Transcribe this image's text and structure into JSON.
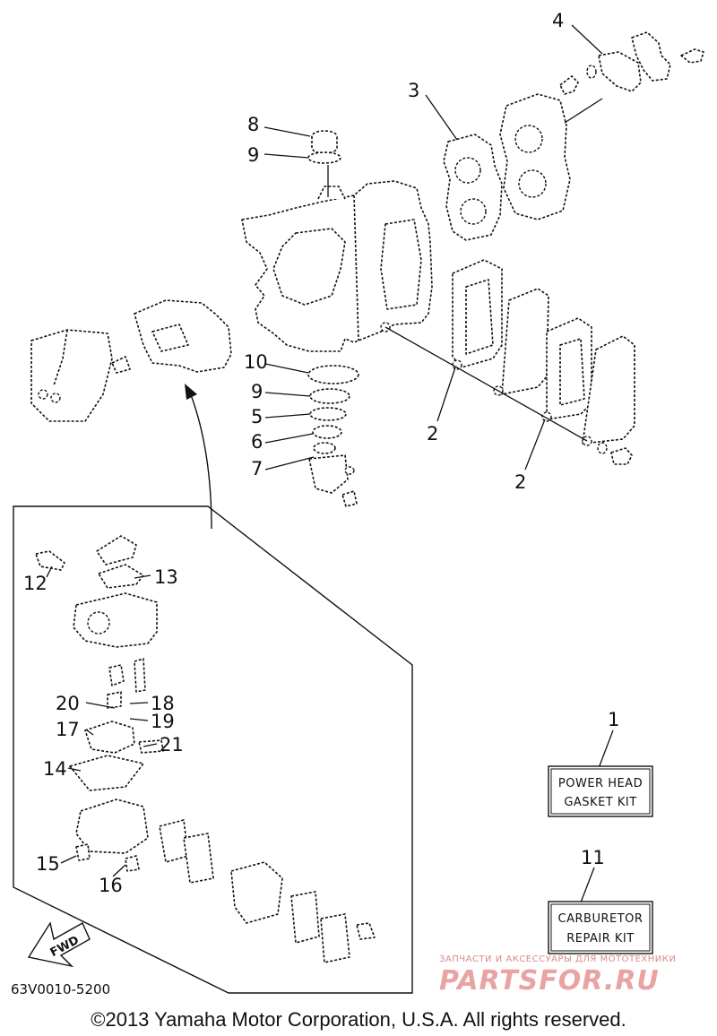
{
  "callouts": {
    "c1": "1",
    "c2a": "2",
    "c2b": "2",
    "c3": "3",
    "c4": "4",
    "c5": "5",
    "c6": "6",
    "c7": "7",
    "c8": "8",
    "c9a": "9",
    "c9b": "9",
    "c10": "10",
    "c11": "11",
    "c12": "12",
    "c13": "13",
    "c14": "14",
    "c15": "15",
    "c16": "16",
    "c17": "17",
    "c18": "18",
    "c19": "19",
    "c20": "20",
    "c21": "21"
  },
  "kits": {
    "power_head_line1": "POWER HEAD",
    "power_head_line2": "GASKET KIT",
    "carburetor_line1": "CARBURETOR",
    "carburetor_line2": "REPAIR KIT"
  },
  "fwd_label": "FWD",
  "drawing_code": "63V0010-5200",
  "watermark": {
    "tagline": "ЗАПЧАСТИ И АКСЕССУАРЫ ДЛЯ МОТОТЕХНИКИ",
    "site": "PARTSFOR.RU"
  },
  "copyright": "©2013 Yamaha Motor Corporation, U.S.A. All rights reserved."
}
